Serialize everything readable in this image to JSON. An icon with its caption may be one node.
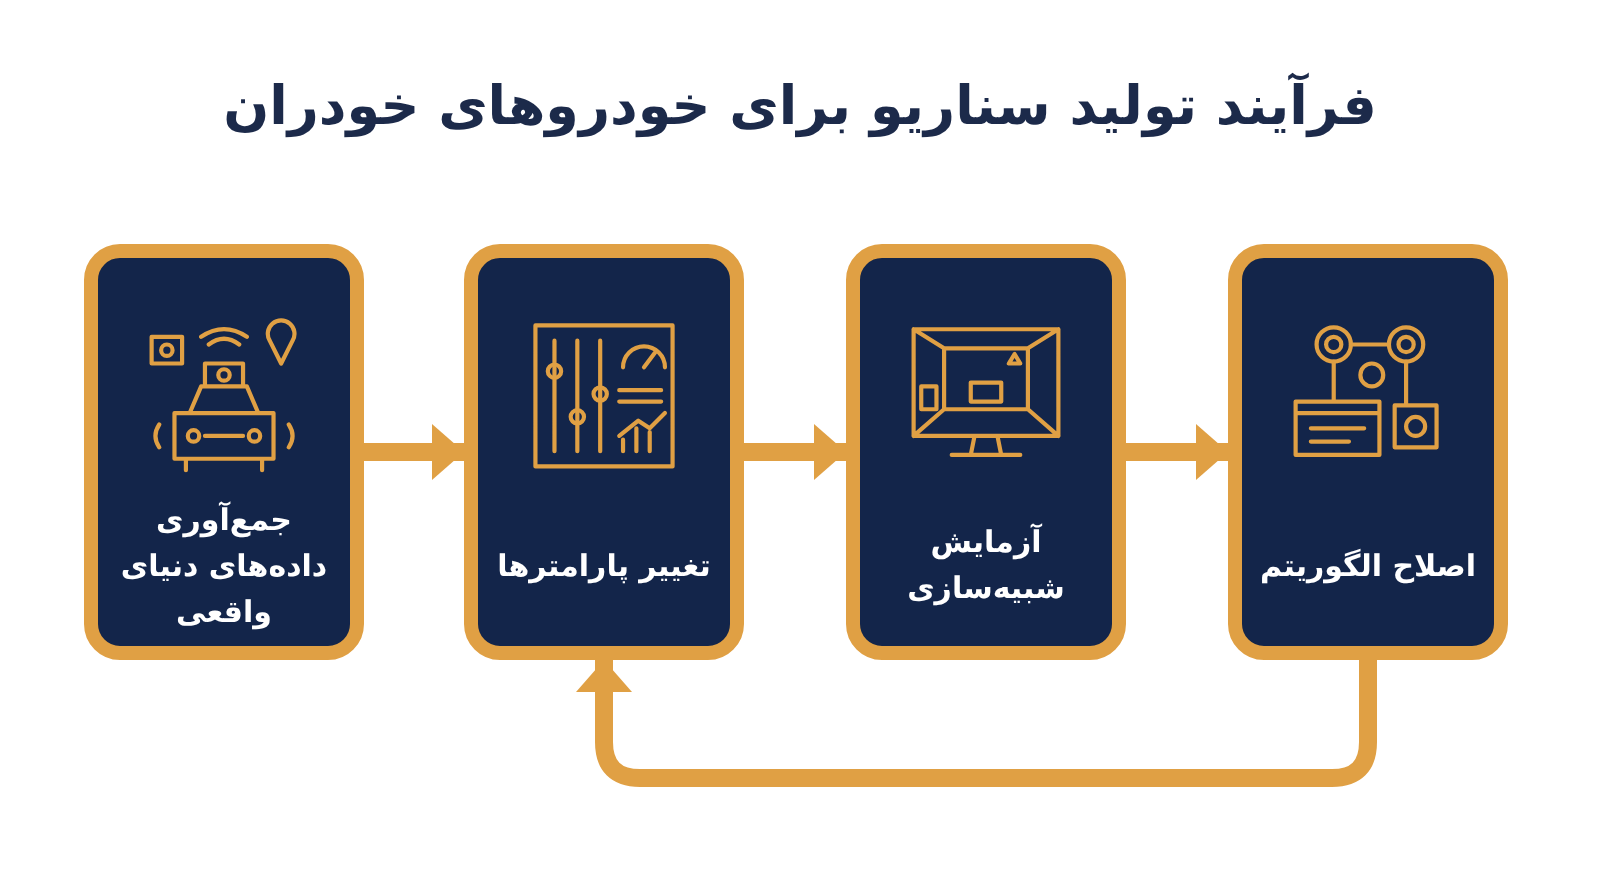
{
  "diagram": {
    "title": "فرآیند تولید سناریو برای خودروهای خودران",
    "nodes": [
      {
        "text": [
          "جمع‌آوری داده‌های دنیای واقعی"
        ]
      },
      {
        "text": [
          "تغییر پارامترها"
        ]
      },
      {
        "text": [
          "آزمایش شبیه‌سازی"
        ]
      },
      {
        "text": [
          "اصلاح الگوریتم"
        ]
      }
    ],
    "edges": [
      {
        "from": 0,
        "to": 1,
        "arrow": "to"
      },
      {
        "from": 1,
        "to": 2,
        "arrow": "to"
      },
      {
        "from": 2,
        "to": 3,
        "arrow": "to"
      },
      {
        "from": 3,
        "to": 1,
        "arrow": "to"
      }
    ]
  }
}
